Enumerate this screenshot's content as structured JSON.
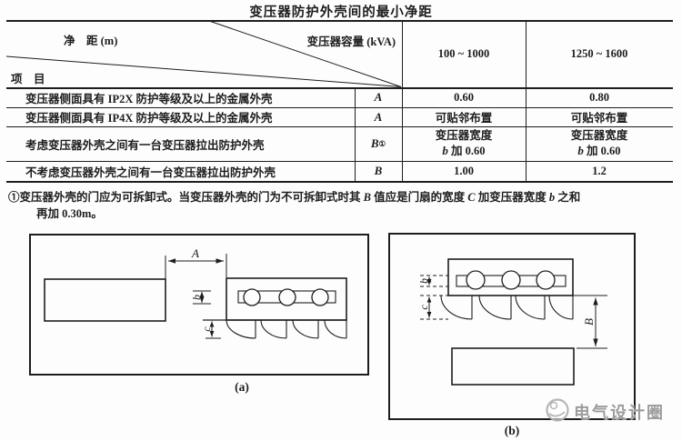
{
  "title": "变压器防护外壳间的最小净距",
  "table": {
    "corner": {
      "top_left": "净    距 (m)",
      "top_right": "变压器容量 (kVA)",
      "bottom_left": "项    目"
    },
    "col_headers": [
      "100 ~ 1000",
      "1250 ~ 1600"
    ],
    "rows": [
      {
        "label": "变压器侧面具有 IP2X 防护等级及以上的金属外壳",
        "symbol": "A",
        "note_ref": "",
        "v1": "0.60",
        "v2": "0.80"
      },
      {
        "label": "变压器侧面具有 IP4X 防护等级及以上的金属外壳",
        "symbol": "A",
        "note_ref": "",
        "v1": "可贴邻布置",
        "v2": "可贴邻布置"
      },
      {
        "label": "考虑变压器外壳之间有一台变压器拉出防护外壳",
        "symbol": "B",
        "note_ref": "①",
        "v1_l1": "变压器宽度",
        "v1_sym": "b",
        "v1_rest": " 加 0.60",
        "v2_l1": "变压器宽度",
        "v2_sym": "b",
        "v2_rest": " 加 0.60"
      },
      {
        "label": "不考虑变压器外壳之间有一台变压器拉出防护外壳",
        "symbol": "B",
        "note_ref": "",
        "v1": "1.00",
        "v2": "1.2"
      }
    ]
  },
  "footnote": {
    "p1": "①变压器外壳的门应为可拆卸式。当变压器外壳的门为不可拆卸式时其 ",
    "sym1": "B",
    "p2": " 值应是门扇的宽度 ",
    "sym2": "C",
    "p3": " 加变压器宽度 ",
    "sym3": "b",
    "p4": " 之和",
    "line2": "再加 0.30m。"
  },
  "diagram_a": {
    "dim_horizontal": "A",
    "dim_width": "b",
    "dim_door": "c",
    "caption": "(a)"
  },
  "diagram_b": {
    "dim_width": "b",
    "dim_door": "c",
    "dim_vertical": "B",
    "caption": "(b)"
  },
  "watermark": {
    "text": "电气设计圈"
  },
  "colors": {
    "ink": "#1d1d1d",
    "watermark_gray": "#9c9c9c"
  }
}
